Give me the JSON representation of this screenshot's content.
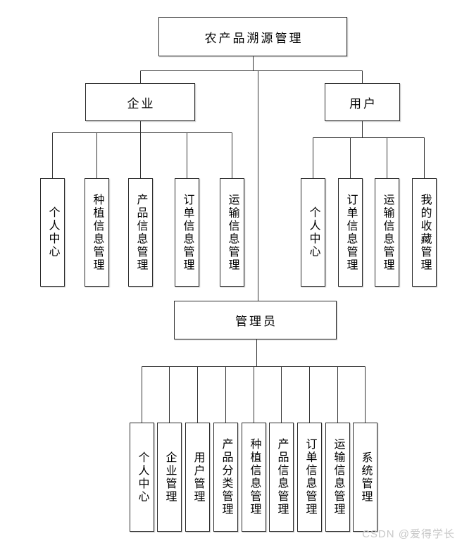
{
  "diagram": {
    "root": {
      "label": "农产品溯源管理"
    },
    "branches": [
      {
        "label": "企业",
        "children": [
          "个人中心",
          "种植信息管理",
          "产品信息管理",
          "订单信息管理",
          "运输信息管理"
        ]
      },
      {
        "label": "用户",
        "children": [
          "个人中心",
          "订单信息管理",
          "运输信息管理",
          "我的收藏管理"
        ]
      },
      {
        "label": "管理员",
        "children": [
          "个人中心",
          "企业管理",
          "用户管理",
          "产品分类管理",
          "种植信息管理",
          "产品信息管理",
          "订单信息管理",
          "运输信息管理",
          "系统管理"
        ]
      }
    ],
    "colors": {
      "line": "#333333",
      "box_border": "#2b2b2b",
      "box_fill": "#ffffff",
      "text": "#000000",
      "watermark": "#c8c8c8",
      "background": "#ffffff"
    }
  },
  "watermark": {
    "text": "CSDN @爱得学长"
  }
}
